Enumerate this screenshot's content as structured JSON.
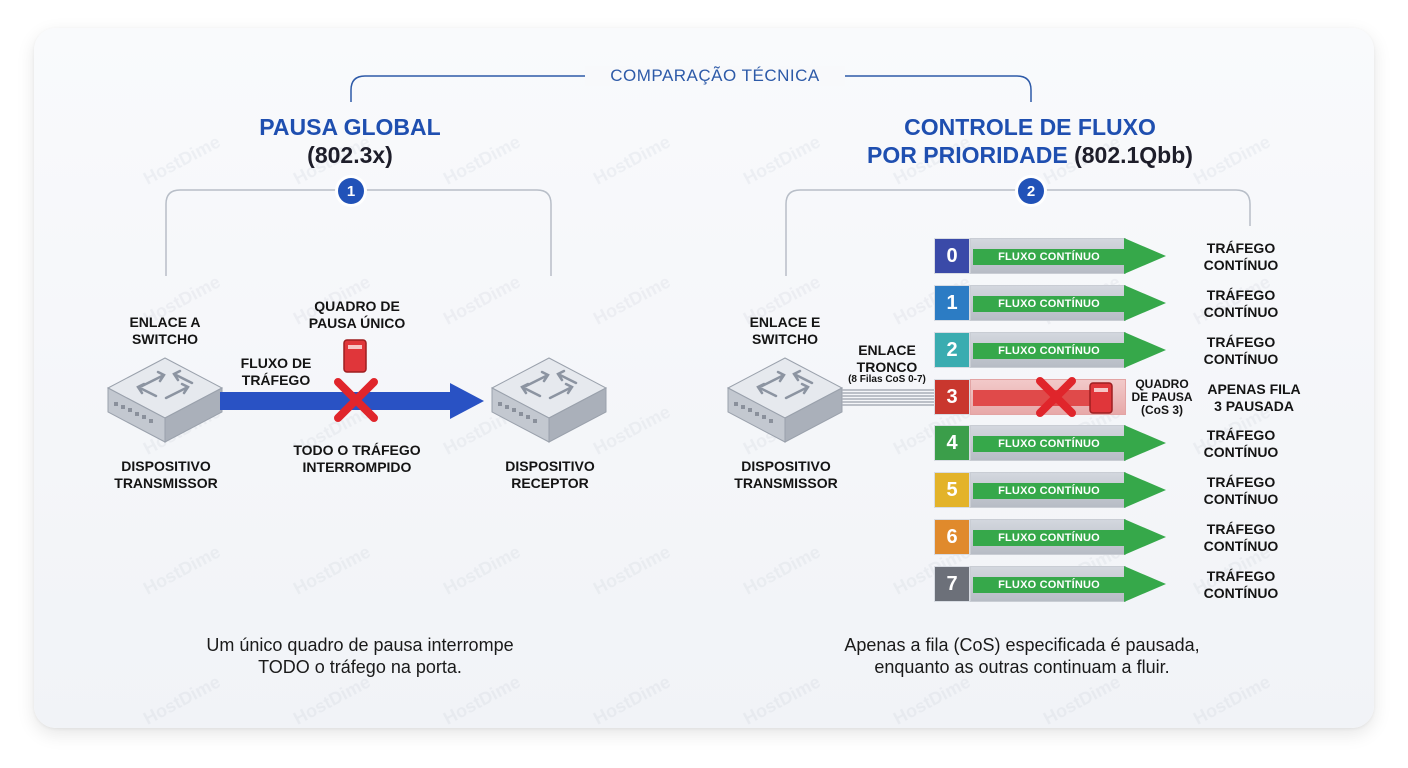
{
  "header": {
    "kicker": "COMPARAÇÃO TÉCNICA"
  },
  "left": {
    "badge": "1",
    "title_line1": "PAUSA GLOBAL",
    "title_line2": "(802.3x)",
    "switch_label": "ENLACE A\nSWITCHO",
    "flow_label": "FLUXO DE\nTRÁFEGO",
    "pause_frame_label": "QUADRO DE\nPAUSA ÚNICO",
    "stopped_label": "TODO O TRÁFEGO\nINTERROMPIDO",
    "transmitter_label": "DISPOSITIVO\nTRANSMISSOR",
    "receiver_label": "DISPOSITIVO\nRECEPTOR",
    "caption": "Um único quadro de pausa interrompe\nTODO o tráfego na porta."
  },
  "right": {
    "badge": "2",
    "title_line1": "CONTROLE DE FLUXO",
    "title_line2_blue": "POR PRIORIDADE",
    "title_line2_dark": " (802.1Qbb)",
    "switch_label": "ENLACE E\nSWITCHO",
    "trunk_label": "ENLACE\nTRONCO",
    "trunk_sub": "(8 Filas CoS 0-7)",
    "transmitter_label": "DISPOSITIVO\nTRANSMISSOR",
    "pause_label": "QUADRO\nDE PAUSA\n(CoS 3)",
    "paused_text": "APENAS FILA\n3 PAUSADA",
    "caption": "Apenas a fila (CoS) especificada é pausada,\nenquanto as outras continuam a fluir.",
    "queues": [
      {
        "num": "0",
        "flow": "FLUXO CONTÍNUO",
        "status": "TRÁFEGO\nCONTÍNUO",
        "color": "#3a4aa8"
      },
      {
        "num": "1",
        "flow": "FLUXO CONTÍNUO",
        "status": "TRÁFEGO\nCONTÍNUO",
        "color": "#2c7cc4"
      },
      {
        "num": "2",
        "flow": "FLUXO CONTÍNUO",
        "status": "TRÁFEGO\nCONTÍNUO",
        "color": "#3aacb0"
      },
      {
        "num": "3",
        "flow": "",
        "status": "",
        "color": "#c9372e"
      },
      {
        "num": "4",
        "flow": "FLUXO CONTÍNUO",
        "status": "TRÁFEGO\nCONTÍNUO",
        "color": "#3b9e4a"
      },
      {
        "num": "5",
        "flow": "FLUXO CONTÍNUO",
        "status": "TRÁFEGO\nCONTÍNUO",
        "color": "#e3b32a"
      },
      {
        "num": "6",
        "flow": "FLUXO CONTÍNUO",
        "status": "TRÁFEGO\nCONTÍNUO",
        "color": "#e08a2c"
      },
      {
        "num": "7",
        "flow": "FLUXO CONTÍNUO",
        "status": "TRÁFEGO\nCONTÍNUO",
        "color": "#6c7079"
      }
    ]
  },
  "watermark": "HostDime",
  "colors": {
    "accent_blue": "#1f4fb0",
    "flow_green": "#36a84a",
    "pause_red": "#e0252b"
  }
}
